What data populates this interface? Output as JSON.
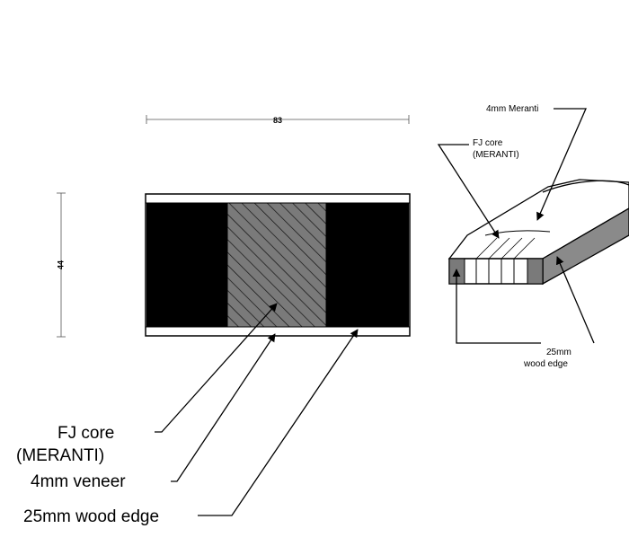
{
  "cross_section": {
    "width_dimension": "83",
    "height_dimension": "44",
    "labels": {
      "core_line1": "FJ core",
      "core_line2": "(MERANTI)",
      "veneer": "4mm veneer",
      "edge": "25mm  wood edge"
    }
  },
  "isometric": {
    "labels": {
      "veneer": "4mm Meranti",
      "core_line1": "FJ core",
      "core_line2": "(MERANTI)",
      "edge_line1": "25mm",
      "edge_line2": "wood edge"
    }
  },
  "colors": {
    "edge_fill": "#000000",
    "core_fill": "#7a7a7a",
    "veneer_fill": "#ffffff"
  }
}
